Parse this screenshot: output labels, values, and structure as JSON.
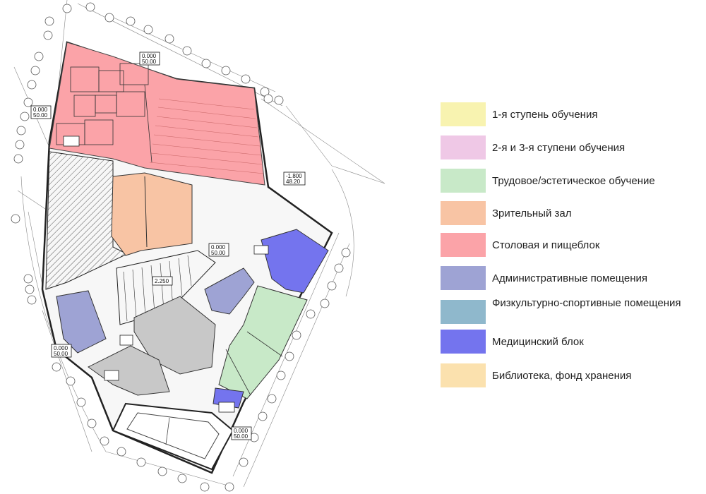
{
  "legend": {
    "items": [
      {
        "label": "1-я ступень обучения",
        "color": "#f8f3b0"
      },
      {
        "label": "2-я и 3-я ступени обучения",
        "color": "#efc8e6"
      },
      {
        "label": "Трудовое/эстетическое обучение",
        "color": "#c8e9c8"
      },
      {
        "label": "Зрительный зал",
        "color": "#f8c4a4"
      },
      {
        "label": "Столовая и пищеблок",
        "color": "#fba3a8"
      },
      {
        "label": "Административные помещения",
        "color": "#9ea3d4"
      },
      {
        "label": "Физкультурно-спортивные помещения",
        "color": "#8fb8cc"
      },
      {
        "label": "Медицинский блок",
        "color": "#7474ee"
      },
      {
        "label": "Библиотека, фонд хранения",
        "color": "#fbe1ae"
      }
    ]
  },
  "plan": {
    "elevations": [
      {
        "top": "0.000",
        "bottom": "50.00"
      },
      {
        "top": "0.000",
        "bottom": "50.00"
      },
      {
        "top": "-1.800",
        "bottom": "48.20"
      },
      {
        "top": "0.000",
        "bottom": "50.00"
      },
      {
        "top": "2.250",
        "bottom": ""
      },
      {
        "top": "0.000",
        "bottom": "50.00"
      },
      {
        "top": "0.000",
        "bottom": "50.00"
      }
    ],
    "colors": {
      "dining": "#fba3a8",
      "auditorium": "#f8c4a4",
      "admin": "#9ea3d4",
      "medical": "#7474ee",
      "labor": "#c8e9c8",
      "service": "#c8c8c8",
      "wall": "#222222"
    }
  }
}
